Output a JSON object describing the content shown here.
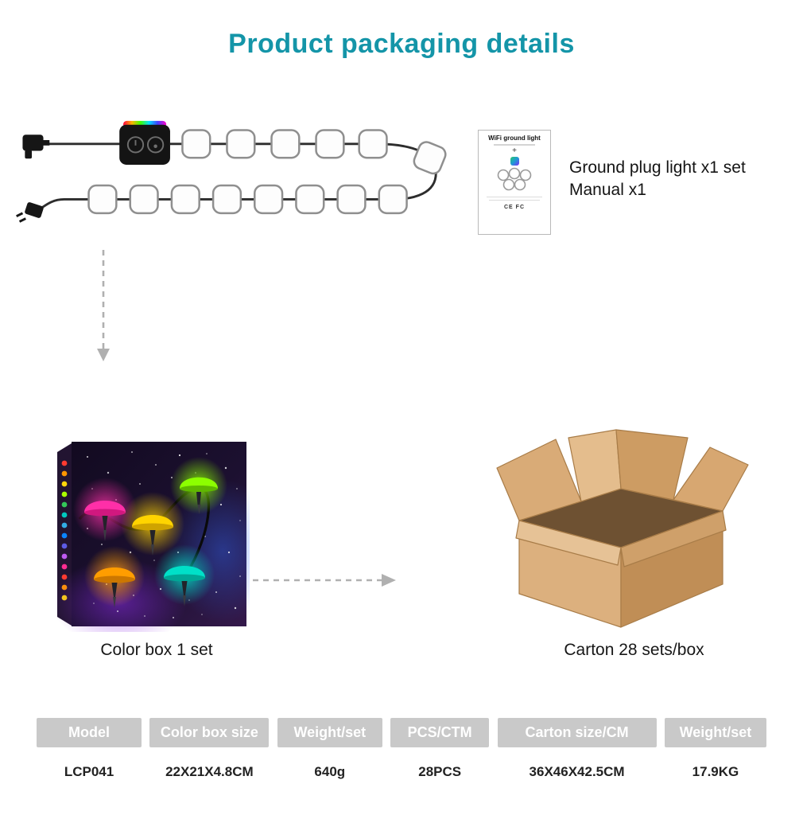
{
  "title": "Product packaging details",
  "package_contents": {
    "line1": "Ground plug light x1 set",
    "line2": "Manual x1"
  },
  "manual_card": {
    "title": "WiFi ground light",
    "plus": "+",
    "cert": "CE FC"
  },
  "captions": {
    "color_box": "Color box 1 set",
    "carton": "Carton 28 sets/box"
  },
  "spec_table": {
    "headers": [
      "Model",
      "Color box size",
      "Weight/set",
      "PCS/CTM",
      "Carton size/CM",
      "Weight/set"
    ],
    "values": [
      "LCP041",
      "22X21X4.8CM",
      "640g",
      "28PCS",
      "36X46X42.5CM",
      "17.9KG"
    ]
  }
}
